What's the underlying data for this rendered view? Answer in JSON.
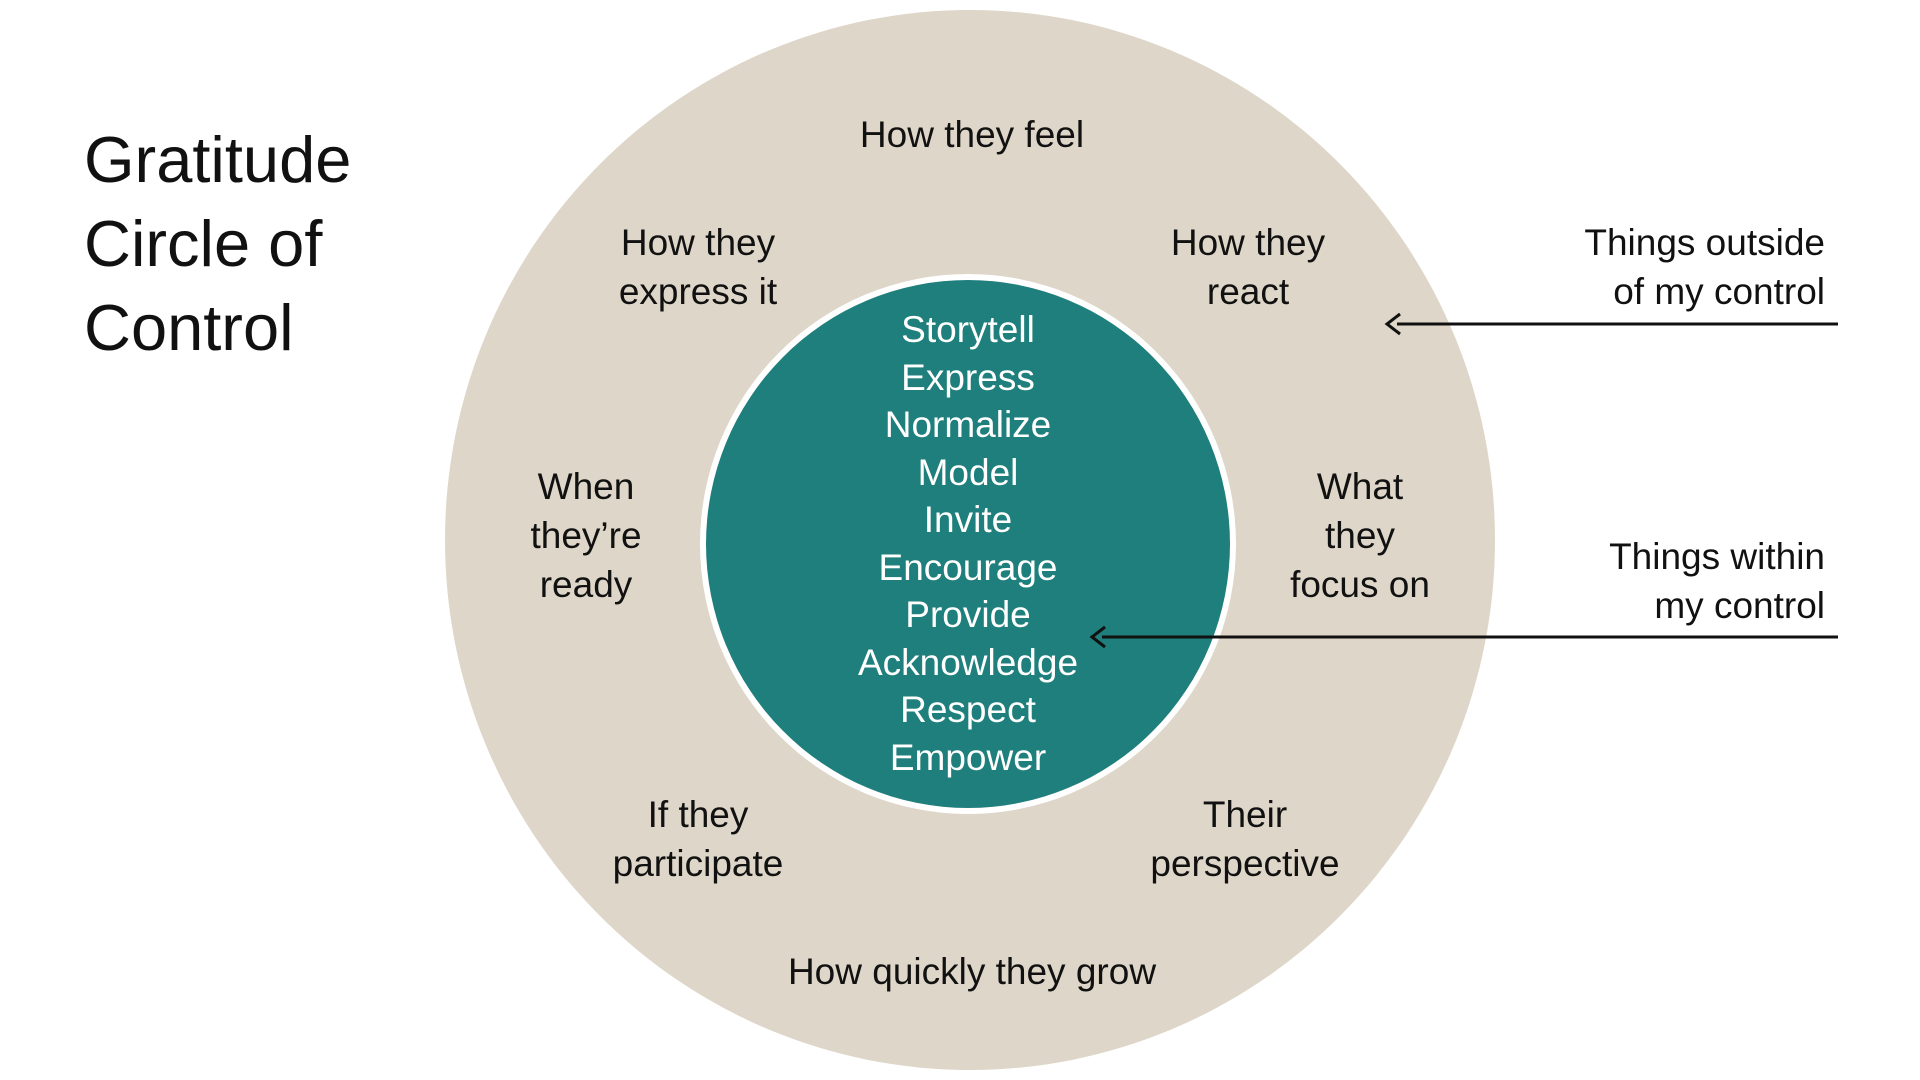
{
  "title": {
    "line1": "Gratitude",
    "line2": "Circle of",
    "line3": "Control"
  },
  "outer_labels": {
    "top": "How they feel",
    "upper_left": [
      "How they",
      "express it"
    ],
    "upper_right": [
      "How they",
      "react"
    ],
    "left": [
      "When",
      "they’re",
      "ready"
    ],
    "right": [
      "What",
      "they",
      "focus on"
    ],
    "lower_left": [
      "If they",
      "participate"
    ],
    "lower_right": [
      "Their",
      "perspective"
    ],
    "bottom": "How quickly they grow"
  },
  "inner_items": [
    "Storytell",
    "Express",
    "Normalize",
    "Model",
    "Invite",
    "Encourage",
    "Provide",
    "Acknowledge",
    "Respect",
    "Empower"
  ],
  "callouts": {
    "outside": [
      "Things outside",
      "of my control"
    ],
    "within": [
      "Things within",
      "my control"
    ]
  },
  "colors": {
    "outer_circle": "#ded6c8",
    "inner_circle": "#1f7f7c",
    "inner_text": "#ffffff",
    "text": "#111111"
  }
}
